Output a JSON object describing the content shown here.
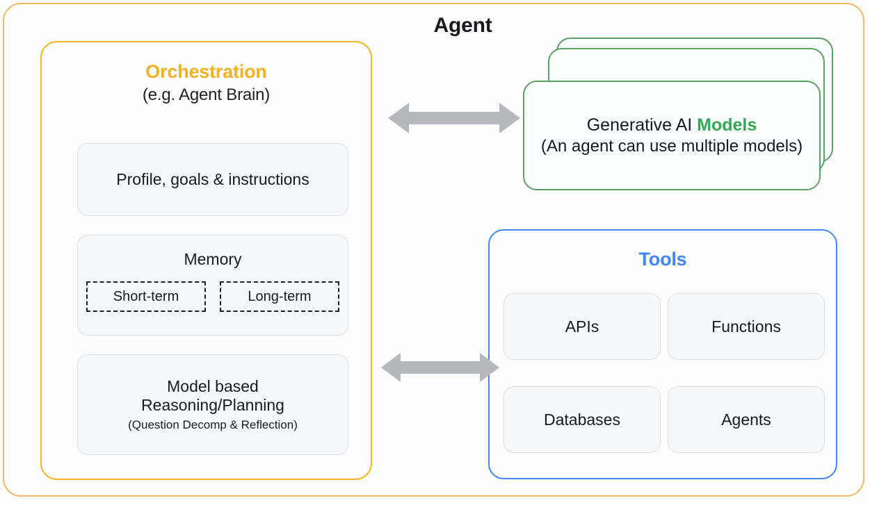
{
  "diagram": {
    "title": "Agent",
    "orchestration": {
      "title": "Orchestration",
      "subtitle": "(e.g. Agent Brain)",
      "color": "#f1b121",
      "cards": [
        {
          "label": "Profile, goals & instructions"
        },
        {
          "label": "Memory",
          "chips": [
            {
              "label": "Short-term"
            },
            {
              "label": "Long-term"
            }
          ]
        },
        {
          "line1": "Model based",
          "line2": "Reasoning/Planning",
          "line3": "(Question Decomp & Reflection)"
        }
      ]
    },
    "models": {
      "title_plain": "Generative AI ",
      "title_highlight": "Models",
      "subtitle": "(An agent can use multiple models)",
      "stack_count": 3,
      "color": "#34a853",
      "border_color": "#5aa163"
    },
    "tools": {
      "title": "Tools",
      "color": "#4285f4",
      "items": [
        {
          "label": "APIs"
        },
        {
          "label": "Functions"
        },
        {
          "label": "Databases"
        },
        {
          "label": "Agents"
        }
      ]
    },
    "arrows": [
      {
        "name": "orchestration-models-arrow",
        "direction": "bidirectional",
        "color": "#b5b9bd"
      },
      {
        "name": "orchestration-tools-arrow",
        "direction": "bidirectional",
        "color": "#b5b9bd"
      }
    ],
    "frame_color": "#f4b860",
    "background": "#fcfcfd"
  }
}
